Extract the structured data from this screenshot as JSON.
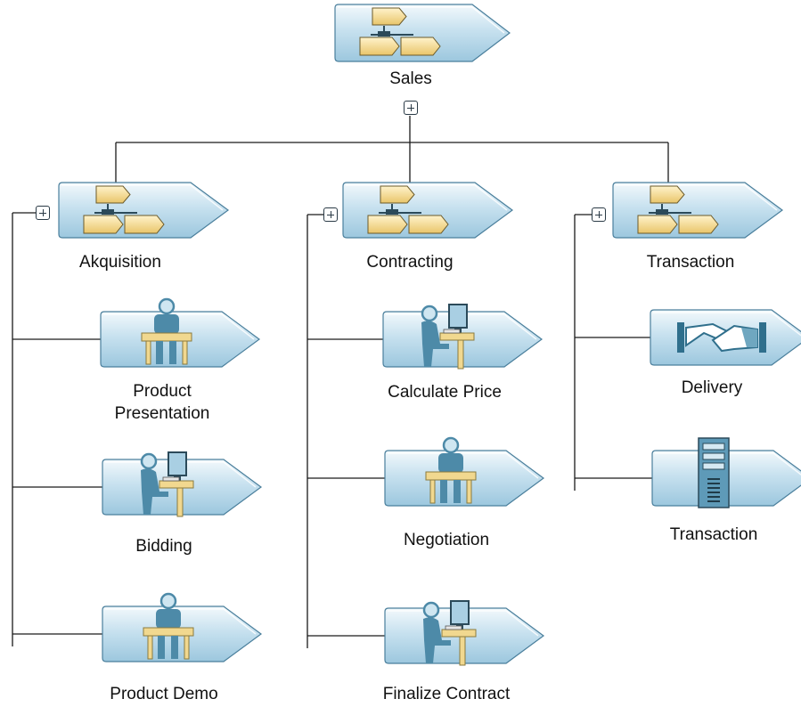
{
  "root": {
    "label": "Sales",
    "icon": "process-hierarchy-icon"
  },
  "groups": [
    {
      "label": "Akquisition",
      "icon": "process-hierarchy-icon",
      "children": [
        {
          "label": "Product\nPresentation",
          "icon": "person-at-desk-icon"
        },
        {
          "label": "Bidding",
          "icon": "person-at-computer-icon"
        },
        {
          "label": "Product Demo",
          "icon": "person-at-desk-icon"
        }
      ]
    },
    {
      "label": "Contracting",
      "icon": "process-hierarchy-icon",
      "children": [
        {
          "label": "Calculate Price",
          "icon": "person-at-computer-icon"
        },
        {
          "label": "Negotiation",
          "icon": "person-at-desk-icon"
        },
        {
          "label": "Finalize Contract",
          "icon": "person-at-computer-icon"
        }
      ]
    },
    {
      "label": "Transaction",
      "icon": "process-hierarchy-icon",
      "children": [
        {
          "label": "Delivery",
          "icon": "handshake-icon"
        },
        {
          "label": "Transaction",
          "icon": "server-icon"
        }
      ]
    }
  ],
  "colors": {
    "arrow_light": "#eef6fb",
    "arrow_mid": "#b7d8ea",
    "arrow_dark": "#8fbfd9",
    "arrow_border": "#4a7f9c",
    "box_fill": "#f4d98f",
    "figure": "#4d8aa8",
    "desk": "#f1d88f",
    "connector": "#1a1a1a"
  }
}
